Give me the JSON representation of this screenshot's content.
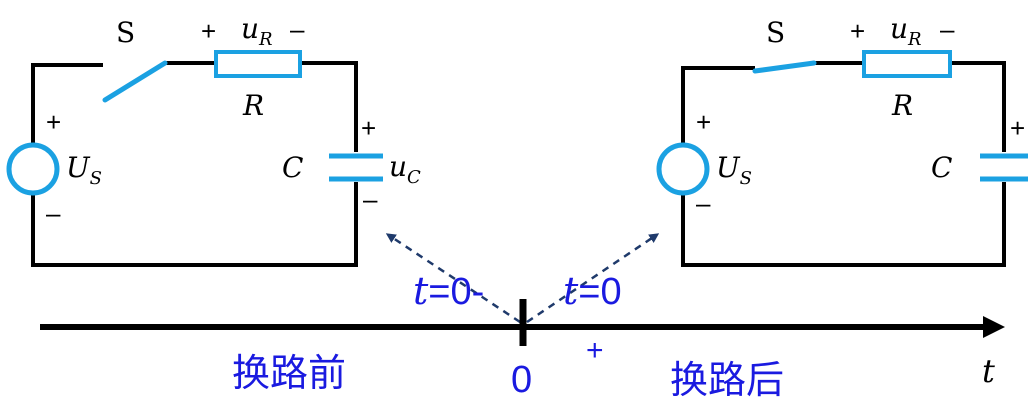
{
  "colors": {
    "wire": "#000000",
    "component": "#1BA1E2",
    "label_blue": "#1A1AE0",
    "arrow": "#1F3A6B"
  },
  "left_circuit": {
    "switch_label": "S",
    "ur_plus": "+",
    "ur_label": "u",
    "ur_sub": "R",
    "ur_minus": "–",
    "resistor_label": "R",
    "source_plus": "+",
    "source_label": "U",
    "source_sub": "S",
    "source_minus": "–",
    "cap_label": "C",
    "cap_plus": "+",
    "uc_label": "u",
    "uc_sub": "C",
    "cap_minus": "–",
    "switch_state": "open"
  },
  "right_circuit": {
    "switch_label": "S",
    "ur_plus": "+",
    "ur_label": "u",
    "ur_sub": "R",
    "ur_minus": "–",
    "resistor_label": "R",
    "source_plus": "+",
    "source_label": "U",
    "source_sub": "S",
    "source_minus": "–",
    "cap_label": "C",
    "cap_plus": "+",
    "switch_state": "closed"
  },
  "timeline": {
    "t_before_var": "t",
    "t_before_rest": "=0-",
    "t_after_var": "t",
    "t_after_rest": "=0",
    "t_after_plus": "+",
    "origin_label": "0",
    "axis_label": "t",
    "before_label": "换路前",
    "after_label": "换路后"
  }
}
